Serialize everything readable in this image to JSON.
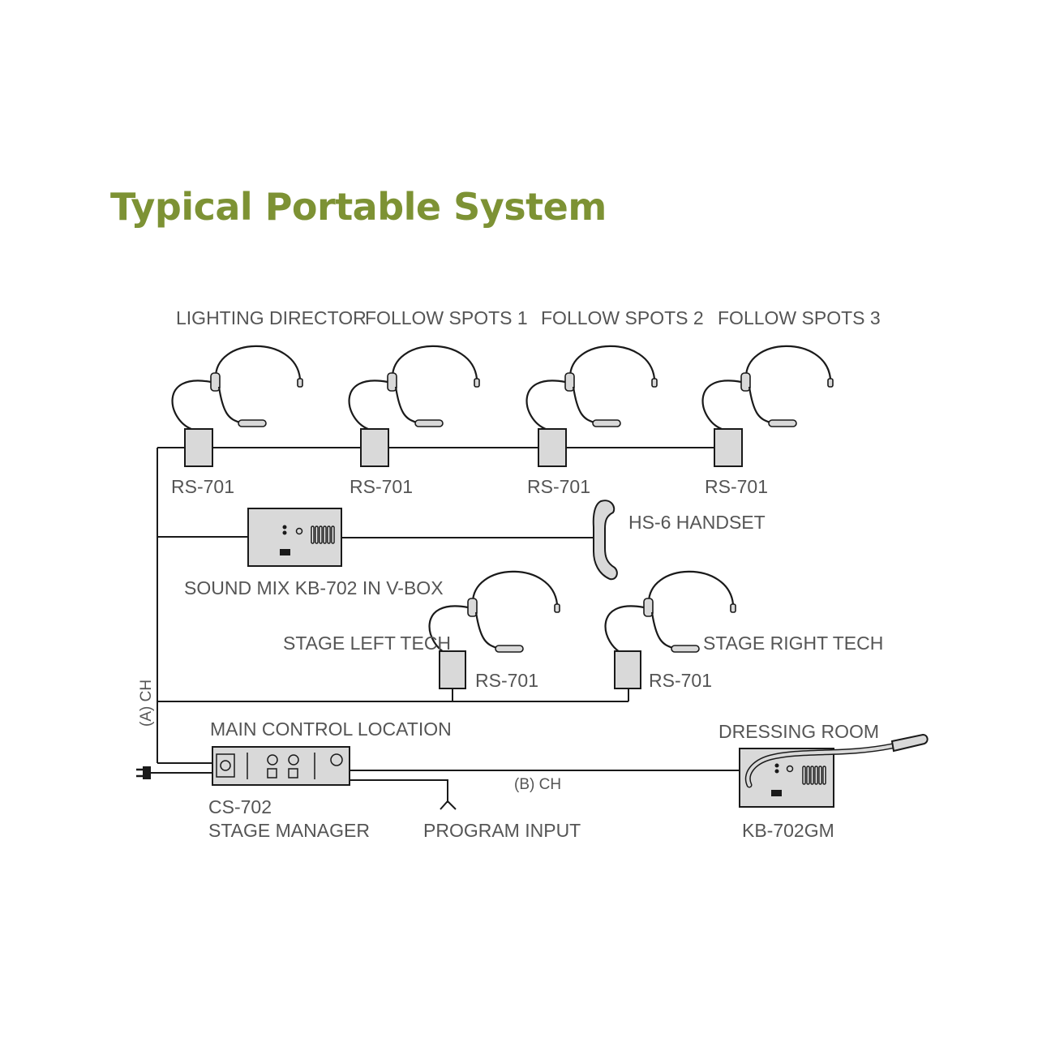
{
  "title": "Typical Portable System",
  "labels": {
    "lighting_director": "LIGHTING DIRECTOR",
    "follow_spots_1": "FOLLOW SPOTS 1",
    "follow_spots_2": "FOLLOW SPOTS 2",
    "follow_spots_3": "FOLLOW SPOTS 3",
    "rs701": "RS-701",
    "hs6_handset": "HS-6 HANDSET",
    "sound_mix": "SOUND MIX KB-702 IN V-BOX",
    "stage_left_tech": "STAGE LEFT TECH",
    "stage_right_tech": "STAGE RIGHT TECH",
    "channel_a": "(A) CH",
    "main_control_location": "MAIN CONTROL LOCATION",
    "dressing_room": "DRESSING ROOM",
    "channel_b": "(B) CH",
    "cs702": "CS-702",
    "stage_manager": "STAGE MANAGER",
    "program_input": "PROGRAM INPUT",
    "kb702gm": "KB-702GM"
  },
  "colors": {
    "title": "#7d9234",
    "device_fill": "#d9d9d9",
    "label": "#555555",
    "wire": "#1a1a1a"
  }
}
